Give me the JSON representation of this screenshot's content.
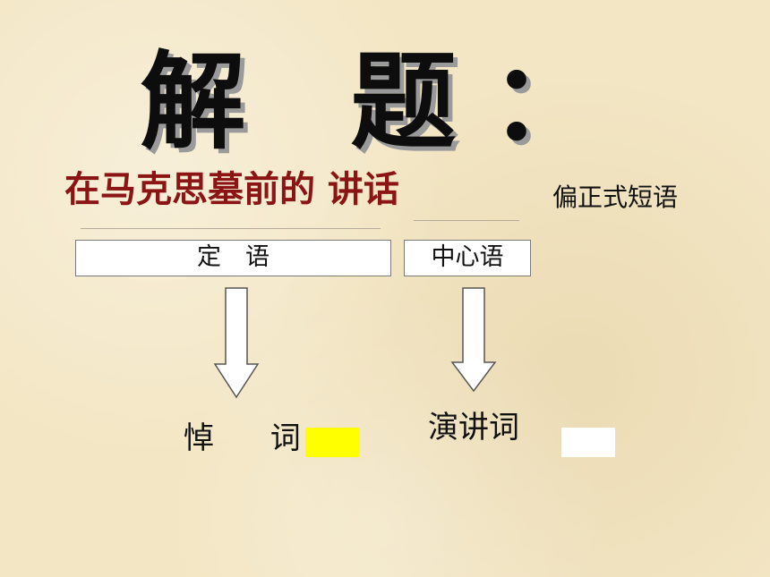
{
  "slide": {
    "title": "解 题：",
    "phrase": "在马克思墓前的 讲话",
    "phrase_type": "偏正式短语",
    "modifier_label": "定　语",
    "head_label": "中心语",
    "modifier_answer": "悼 词",
    "head_answer": "演讲词"
  },
  "colors": {
    "phrase": "#8b1414",
    "highlight": "#ffff00",
    "background": "#f3e6c4"
  }
}
